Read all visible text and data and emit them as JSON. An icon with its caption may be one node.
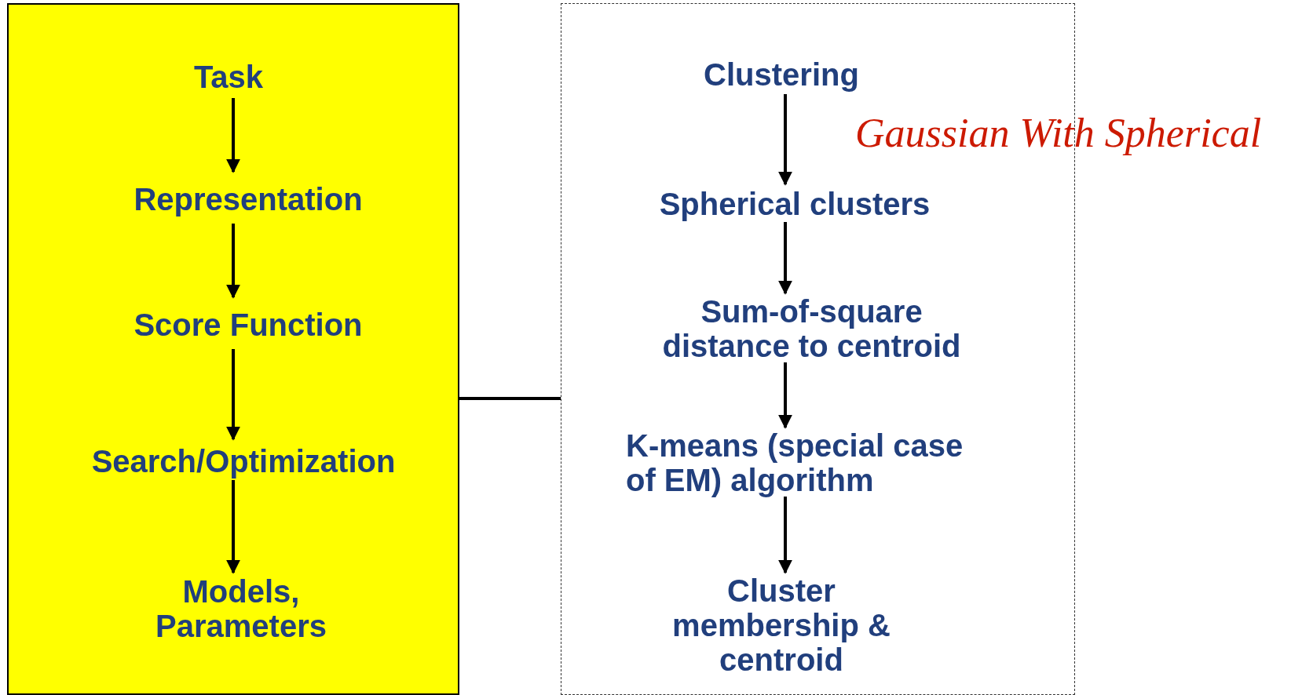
{
  "diagram": {
    "nodes": [
      {
        "text": [],
        "shape": "box"
      },
      {
        "text": [
          "Task"
        ],
        "in": 0
      },
      {
        "text": [
          "Representation"
        ],
        "in": 0
      },
      {
        "text": [
          "Score Function"
        ],
        "in": 0
      },
      {
        "text": [
          "Search/Optimization"
        ],
        "in": 0
      },
      {
        "text": [
          "Models, Parameters"
        ],
        "in": 0
      },
      {
        "text": [],
        "shape": "box"
      },
      {
        "text": [
          "Clustering"
        ],
        "in": 6
      },
      {
        "text": [
          "Spherical clusters"
        ],
        "in": 6
      },
      {
        "text": [
          "Sum-of-square distance to centroid"
        ],
        "in": 6
      },
      {
        "text": [
          "K-means (special case of EM) algorithm"
        ],
        "in": 6
      },
      {
        "text": [
          "Cluster membership & centroid"
        ],
        "in": 6
      }
    ],
    "edges": [
      {
        "from": 1,
        "to": 2,
        "arrow": "to"
      },
      {
        "from": 2,
        "to": 3,
        "arrow": "to"
      },
      {
        "from": 3,
        "to": 4,
        "arrow": "to"
      },
      {
        "from": 4,
        "to": 5,
        "arrow": "to"
      },
      {
        "from": 7,
        "to": 8,
        "arrow": "to"
      },
      {
        "from": 8,
        "to": 9,
        "arrow": "to"
      },
      {
        "from": 9,
        "to": 10,
        "arrow": "to"
      },
      {
        "from": 10,
        "to": 11,
        "arrow": "to"
      },
      {
        "from": 0,
        "to": 6,
        "arrow": "none"
      }
    ],
    "labels": [
      "Gaussian With Spherical"
    ]
  }
}
